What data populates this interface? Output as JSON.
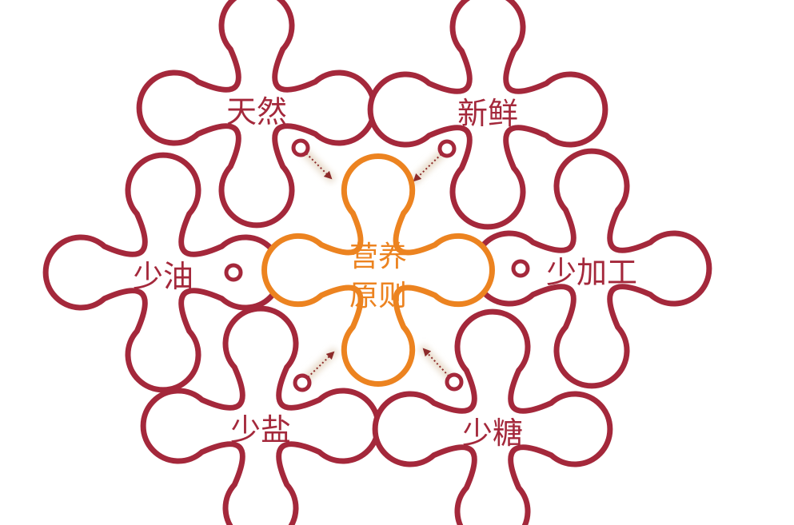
{
  "colors": {
    "outline": "#a4283b",
    "text": "#a4283b",
    "center_outline": "#ec8320",
    "center_text": "#ec8320",
    "arrow": "#8c2a2a",
    "glow": "#e8dccb"
  },
  "center": {
    "line1": "营养",
    "line2": "原则"
  },
  "nodes": {
    "natural": {
      "label": "天然"
    },
    "fresh": {
      "label": "新鲜"
    },
    "less_oil": {
      "label": "少油"
    },
    "less_processing": {
      "label": "少加工"
    },
    "less_salt": {
      "label": "少盐"
    },
    "less_sugar": {
      "label": "少糖"
    }
  }
}
